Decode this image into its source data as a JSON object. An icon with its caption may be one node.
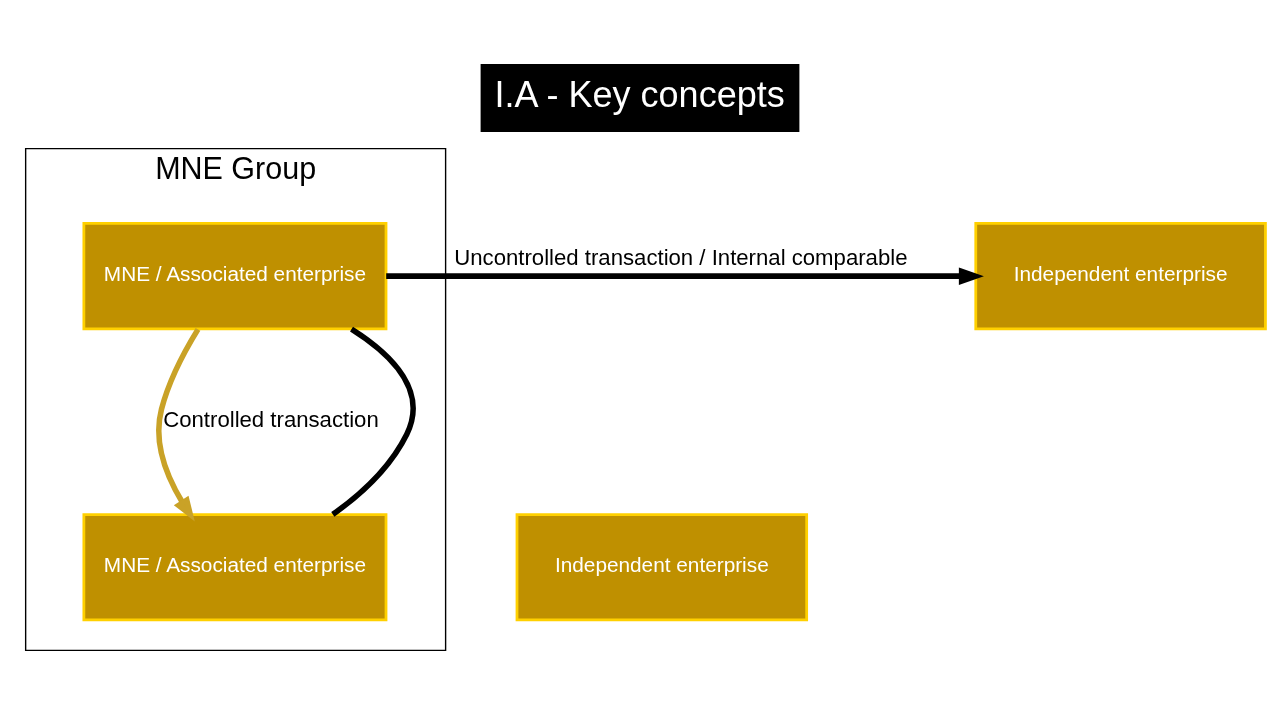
{
  "diagram": {
    "title": "I.A - Key concepts",
    "nodes": [
      {
        "text": [
          "MNE Group"
        ]
      },
      {
        "text": [
          "MNE / Associated enterprise"
        ],
        "in": 0
      },
      {
        "text": [
          "Independent enterprise"
        ]
      },
      {
        "text": [
          "MNE / Associated enterprise"
        ],
        "in": 0
      },
      {
        "text": [
          "Independent enterprise"
        ]
      }
    ],
    "edges": [
      {
        "from": 1,
        "to": 2,
        "arrow": "to",
        "label": "Uncontrolled transaction / Internal comparable"
      },
      {
        "from": 1,
        "to": 3,
        "arrow": "to",
        "label": "Controlled transaction",
        "color": "#c9a227"
      },
      {
        "from": 1,
        "to": 3,
        "arrow": "none"
      }
    ]
  }
}
